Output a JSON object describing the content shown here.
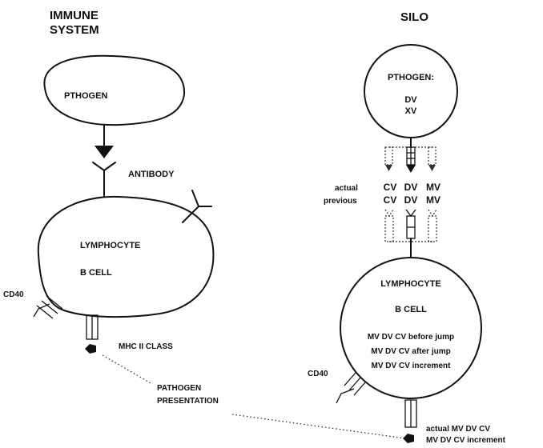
{
  "immune": {
    "title_line1": "IMMUNE",
    "title_line2": "SYSTEM",
    "pathogen_label": "PTHOGEN",
    "antibody_label": "ANTIBODY",
    "lymphocyte_label": "LYMPHOCYTE",
    "bcell_label": "B CELL",
    "cd40_label": "CD40",
    "mhc_label": "MHC II CLASS"
  },
  "presentation": {
    "line1": "PATHOGEN",
    "line2": "PRESENTATION"
  },
  "silo": {
    "title": "SILO",
    "pathogen_label": "PTHOGEN:",
    "pathogen_dv": "DV",
    "pathogen_xv": "XV",
    "actual_label": "actual",
    "previous_label": "previous",
    "actual_values": [
      "CV",
      "DV",
      "MV"
    ],
    "previous_values": [
      "CV",
      "DV",
      "MV"
    ],
    "lymphocyte_label": "LYMPHOCYTE",
    "bcell_label": "B CELL",
    "cell_lines": [
      "MV DV CV before jump",
      "MV DV CV after jump",
      "MV DV CV increment"
    ],
    "cd40_label": "CD40",
    "output_lines": [
      "actual MV DV CV",
      "MV DV CV increment"
    ]
  }
}
